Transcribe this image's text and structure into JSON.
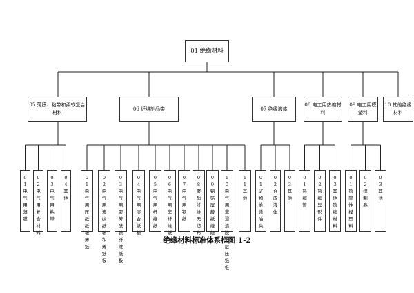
{
  "root": "01 绝缘材料",
  "caption": "绝缘材料标准体系框图 1-2",
  "groups": [
    {
      "label": "05 薄膜、粘带和柔软复合材料",
      "leaves": [
        "01电气用薄膜",
        "02电气用复合材料",
        "03电气用粘带",
        "04其他"
      ]
    },
    {
      "label": "06 纤维制品类",
      "leaves": [
        "01电气用压纸纸板薄纸",
        "02电气用波纹纸板和薄纸板",
        "03电气用聚芳酰胺纤维纸板",
        "04电气用层合纸板",
        "05电气用纤维纸",
        "06电气用非纤维纸",
        "07电气用钢纸",
        "08聚酯纤维无纺布",
        "09铝箔屏蔽纸缠绕",
        "10电气用非浸渍胶纸层压纸板",
        "11其他"
      ]
    },
    {
      "label": "07 绝缘液体",
      "leaves": [
        "01矿物绝缘油类",
        "02合成液体",
        "03其他"
      ]
    },
    {
      "label": "08 电工用热缩材料",
      "leaves": [
        "01热缩管",
        "02热缩异形件",
        "03其他热缩材料"
      ]
    },
    {
      "label": "09 电工用模塑料",
      "leaves": [
        "01热固性模塑料",
        "02模制品",
        "03其他"
      ]
    },
    {
      "label": "10 其他绝缘材料",
      "leaves": []
    }
  ]
}
